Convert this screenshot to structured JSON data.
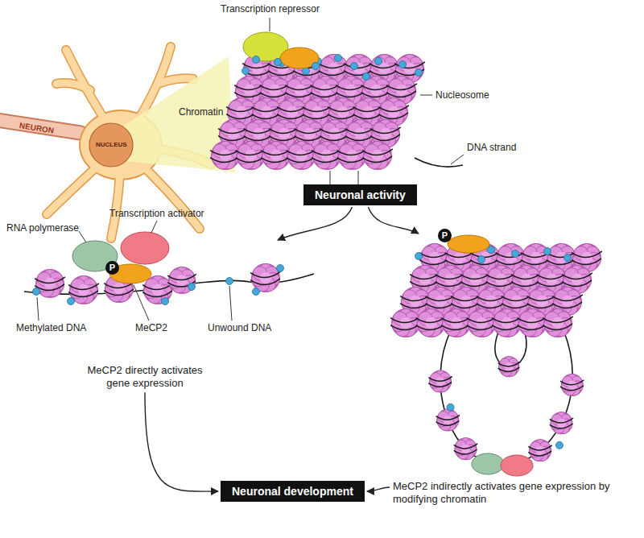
{
  "diagram": {
    "nodes": [
      {
        "text": [
          "Neuronal activity"
        ]
      },
      {
        "text": [
          "P"
        ]
      },
      {
        "text": [
          "P"
        ]
      },
      {
        "text": [
          "Neuronal development"
        ]
      }
    ],
    "labels": [
      "Transcription repressor",
      "Nucleosome",
      "DNA strand",
      "Chromatin",
      "NEURON",
      "NUCLEUS",
      "RNA polymerase",
      "Transcription activator",
      "Methylated DNA",
      "MeCP2",
      "Unwound DNA",
      "MeCP2 directly activates gene expression",
      "MeCP2 indirectly activates gene expression by modifying chromatin"
    ]
  }
}
